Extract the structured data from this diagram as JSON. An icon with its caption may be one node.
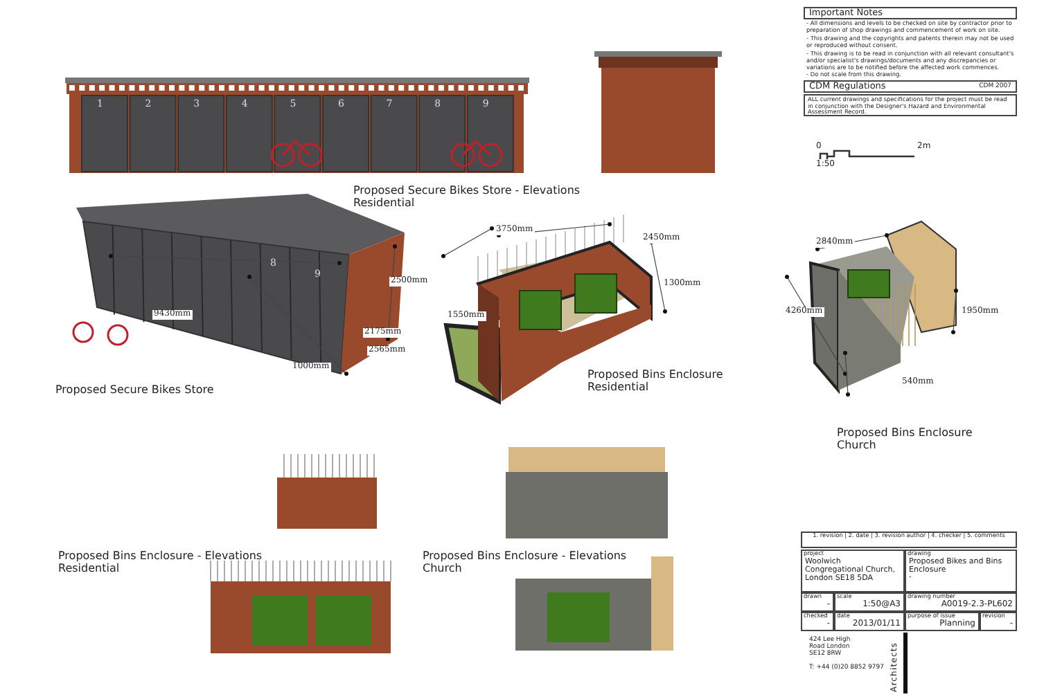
{
  "diagram": {
    "nodes": [
      {
        "text": [
          "Important Notes"
        ],
        "beside": [
          "- All dimensions and levels to be checked on site by contractor prior to preparation of shop drawings and commencement of work on site.",
          "- This drawing and the copyrights and patents therein may not be used or reproduced without consent.",
          "- This drawing is to be read in conjunction with all relevant consultant's and/or specialist's drawings/documents and any discrepancies or variations are to be notified before the affected work commences.",
          "- Do not scale from this drawing."
        ]
      },
      {
        "text": [
          "CDM Regulations",
          "CDM 2007"
        ]
      },
      {
        "text": [
          "ALL current drawings and specifications for the project must be read in conjunction with the Designer's Hazard and Environmental Assessment Record."
        ]
      },
      {
        "text": [
          "1. revision | 2. date | 3. revision author | 4. checker | 5. comments"
        ]
      },
      {
        "text": [
          "project",
          "Woolwich Congregational Church, London SE18 5DA"
        ]
      },
      {
        "text": [
          "drawing",
          "Proposed Bikes and Bins Enclosure",
          "-"
        ]
      },
      {
        "text": [
          "drawn",
          "-"
        ]
      },
      {
        "text": [
          "scale",
          "1:50@A3"
        ]
      },
      {
        "text": [
          "drawing number",
          "A0019-2.3-PL602"
        ]
      },
      {
        "text": [
          "checked",
          "-"
        ]
      },
      {
        "text": [
          "date",
          "2013/01/11"
        ]
      },
      {
        "text": [
          "purpose of issue",
          "Planning"
        ]
      },
      {
        "text": [
          "revision",
          "-"
        ]
      },
      {
        "text": [
          "424 Lee High Road London SE12 8RW",
          "T: +44 (0)20 8852 9797"
        ]
      }
    ],
    "labels": [
      "0",
      "2m",
      "1:50",
      "1",
      "2",
      "3",
      "4",
      "5",
      "6",
      "7",
      "8",
      "9",
      "Proposed Secure Bikes Store - Elevations Residential",
      "3750mm",
      "2450mm",
      "2840mm",
      "8",
      "9",
      "2500mm",
      "1300mm",
      "9430mm",
      "1550mm",
      "4260mm",
      "1950mm",
      "2175mm",
      "2565mm",
      "1000mm",
      "Proposed Bins Enclosure Residential",
      "540mm",
      "Proposed Secure Bikes Store",
      "Proposed Bins Enclosure Church",
      "Proposed Bins Enclosure - Elevations Residential",
      "Proposed Bins Enclosure - Elevations Church",
      "Architects"
    ]
  }
}
